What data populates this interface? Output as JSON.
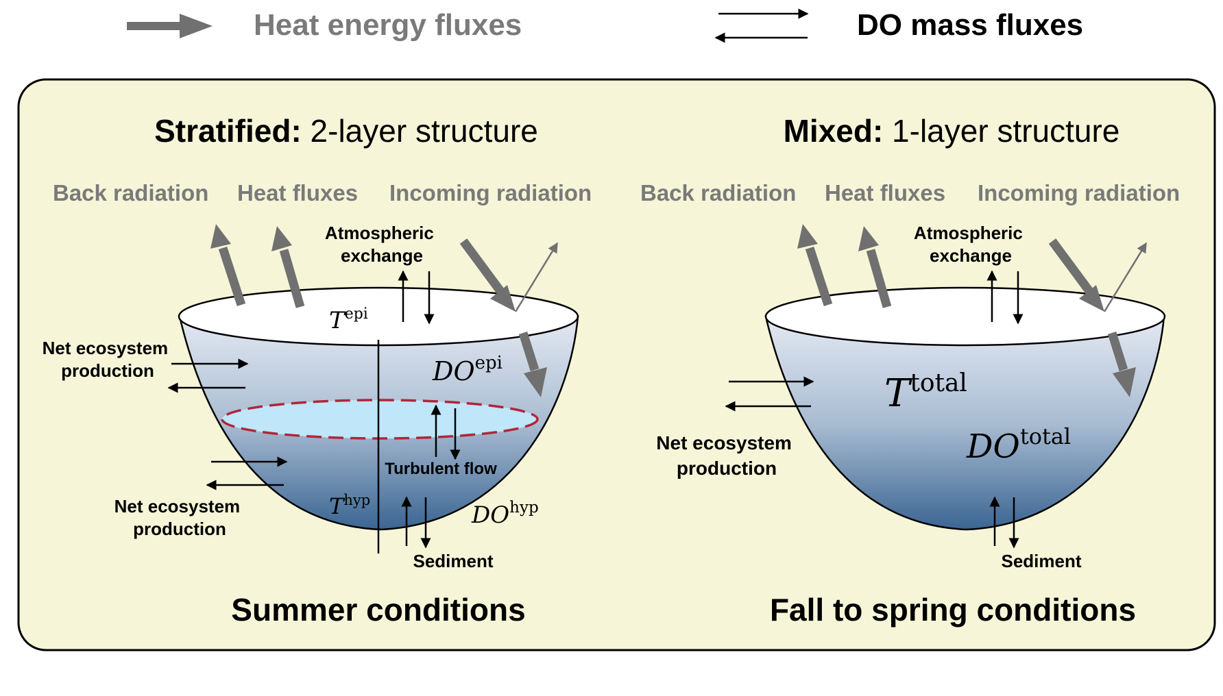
{
  "legend": {
    "heat_label": "Heat energy fluxes",
    "do_label": "DO mass fluxes"
  },
  "left_panel": {
    "title_bold": "Stratified:",
    "title_rest": " 2-layer structure",
    "back_radiation": "Back radiation",
    "heat_fluxes": "Heat fluxes",
    "incoming_radiation": "Incoming radiation",
    "atmospheric_line1": "Atmospheric",
    "atmospheric_line2": "exchange",
    "nep_upper_line1": "Net ecosystem",
    "nep_upper_line2": "production",
    "nep_lower_line1": "Net ecosystem",
    "nep_lower_line2": "production",
    "turbulent_flow": "Turbulent flow",
    "sediment": "Sediment",
    "t_epi_base": "T",
    "t_epi_sup": "epi",
    "do_epi_base": "DO",
    "do_epi_sup": "epi",
    "t_hyp_base": "T",
    "t_hyp_sup": "hyp",
    "do_hyp_base": "DO",
    "do_hyp_sup": "hyp",
    "caption": "Summer conditions"
  },
  "right_panel": {
    "title_bold": "Mixed:",
    "title_rest": " 1-layer structure",
    "back_radiation": "Back radiation",
    "heat_fluxes": "Heat fluxes",
    "incoming_radiation": "Incoming radiation",
    "atmospheric_line1": "Atmospheric",
    "atmospheric_line2": "exchange",
    "nep_line1": "Net ecosystem",
    "nep_line2": "production",
    "sediment": "Sediment",
    "t_total_base": "T",
    "t_total_sup": "total",
    "do_total_base": "DO",
    "do_total_sup": "total",
    "caption": "Fall to spring conditions"
  },
  "colors": {
    "panel_fill": "#f6f5d8",
    "heat_arrow": "#707070",
    "water_top": "#e4e9f2",
    "water_bottom": "#3b6592",
    "thermocline_dash": "#b0263a",
    "thermocline_fill": "#bfe6f9"
  }
}
